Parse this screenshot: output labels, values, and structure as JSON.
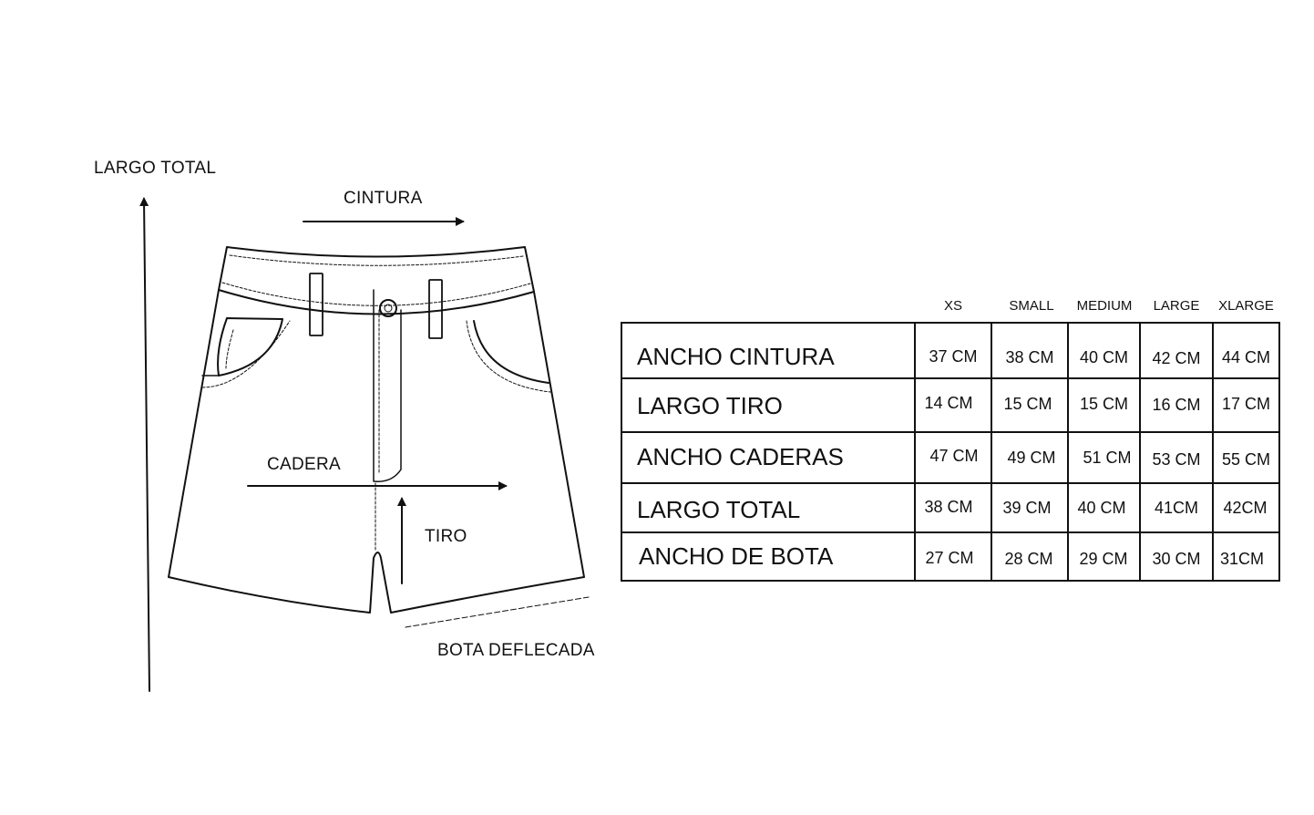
{
  "diagram_labels": {
    "largo_total": "LARGO TOTAL",
    "cintura": "CINTURA",
    "cadera": "CADERA",
    "tiro": "TIRO",
    "bota_deflecada": "BOTA DEFLECADA"
  },
  "size_table": {
    "sizes": [
      "XS",
      "SMALL",
      "MEDIUM",
      "LARGE",
      "XLARGE"
    ],
    "rows": [
      {
        "label": "ANCHO CINTURA",
        "values": [
          "37 CM",
          "38 CM",
          "40 CM",
          "42 CM",
          "44 CM"
        ]
      },
      {
        "label": "LARGO TIRO",
        "values": [
          "14 CM",
          "15 CM",
          "15 CM",
          "16 CM",
          "17 CM"
        ]
      },
      {
        "label": "ANCHO CADERAS",
        "values": [
          "47 CM",
          "49 CM",
          "51 CM",
          "53 CM",
          "55 CM"
        ]
      },
      {
        "label": "LARGO TOTAL",
        "values": [
          "38 CM",
          "39 CM",
          "40 CM",
          "41CM",
          "42CM"
        ]
      },
      {
        "label": "ANCHO DE BOTA",
        "values": [
          "27 CM",
          "28 CM",
          "29 CM",
          "30 CM",
          "31CM"
        ]
      }
    ]
  },
  "colors": {
    "line": "#111111",
    "background": "#ffffff"
  }
}
